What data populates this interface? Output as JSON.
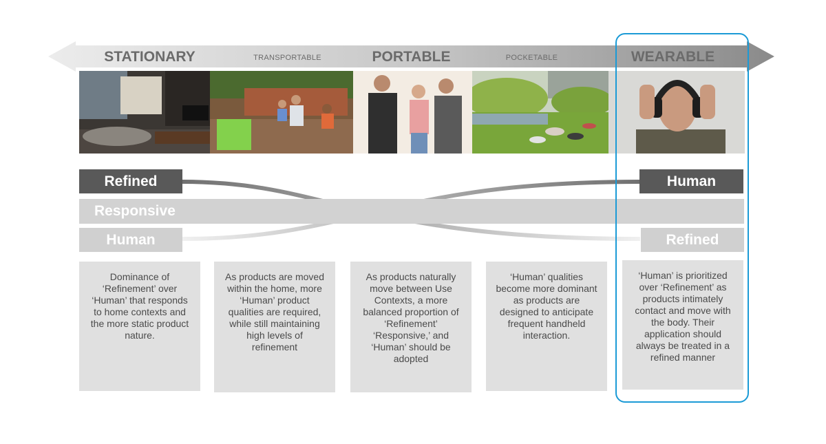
{
  "scale": {
    "categories": [
      {
        "label": "STATIONARY",
        "size": "big"
      },
      {
        "label": "TRANSPORTABLE",
        "size": "small"
      },
      {
        "label": "PORTABLE",
        "size": "big"
      },
      {
        "label": "POCKETABLE",
        "size": "small"
      },
      {
        "label": "WEARABLE",
        "size": "big"
      }
    ]
  },
  "photos": [
    "living-room-photo",
    "patio-family-photo",
    "friends-walking-photo",
    "park-lawn-photo",
    "man-headphones-photo"
  ],
  "left_bars": {
    "top": "Refined",
    "middle": "Responsive",
    "bottom": "Human"
  },
  "right_bars": {
    "top": "Human",
    "bottom": "Refined"
  },
  "descriptions": [
    "Dominance of ‘Refinement’ over ‘Human’ that responds to home contexts and the more static product nature.",
    "As products are moved within the home, more ‘Human’ product qualities are required, while still maintaining high levels of refinement",
    "As products naturally move between Use Contexts, a more balanced proportion of ‘Refinement’ ‘Responsive,’ and ‘Human’ should be adopted",
    "‘Human’ qualities become more dominant as products are designed to anticipate frequent handheld interaction.",
    "‘Human’ is prioritized over ‘Refinement’ as products intimately contact and move with the body. Their application should always be treated in a refined manner"
  ],
  "colors": {
    "dark_bar": "#595959",
    "light_bar": "#d0d0d0",
    "desc_bg": "#e0e0e0",
    "highlight": "#1a9ad6"
  }
}
